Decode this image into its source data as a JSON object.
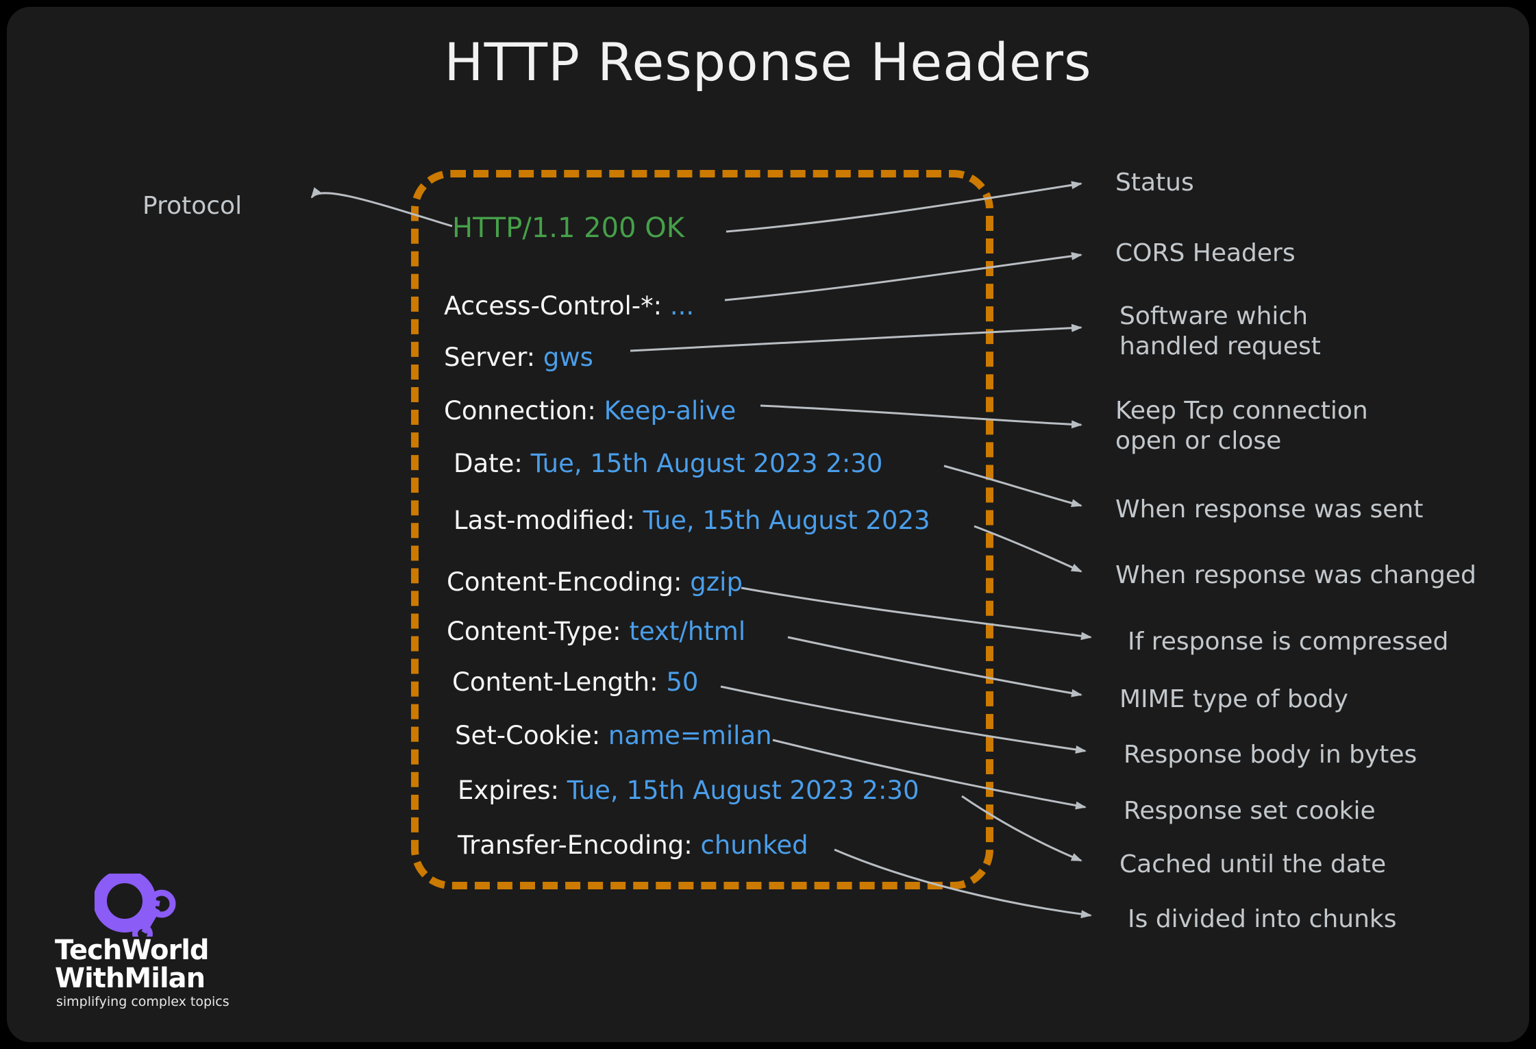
{
  "page": {
    "title": "HTTP Response Headers",
    "background": "#1b1b1b",
    "accent_orange": "#cc7a00",
    "value_blue": "#4a9eea",
    "status_green": "#46a049",
    "annotation_gray": "#c3c8cc",
    "header_white": "#f6f6f6"
  },
  "left_labels": [
    {
      "text": "Protocol"
    }
  ],
  "headers": [
    {
      "name": "HTTP/1.1 200 OK",
      "value": "",
      "style": "status"
    },
    {
      "name": "Access-Control-*:",
      "value": "..."
    },
    {
      "name": "Server:",
      "value": "gws"
    },
    {
      "name": "Connection:",
      "value": "Keep-alive"
    },
    {
      "name": "Date:",
      "value": "Tue, 15th August 2023 2:30"
    },
    {
      "name": "Last-modified:",
      "value": "Tue, 15th August 2023"
    },
    {
      "name": "Content-Encoding:",
      "value": "gzip"
    },
    {
      "name": "Content-Type:",
      "value": "text/html"
    },
    {
      "name": "Content-Length:",
      "value": "50"
    },
    {
      "name": "Set-Cookie:",
      "value": "name=milan"
    },
    {
      "name": "Expires:",
      "value": "Tue, 15th August 2023 2:30"
    },
    {
      "name": "Transfer-Encoding:",
      "value": "chunked"
    }
  ],
  "annotations": [
    {
      "text": "Status"
    },
    {
      "text": "CORS Headers"
    },
    {
      "text": "Software which\nhandled request"
    },
    {
      "text": "Keep Tcp connection\nopen or close"
    },
    {
      "text": "When response was sent"
    },
    {
      "text": "When response was changed"
    },
    {
      "text": "If response is compressed"
    },
    {
      "text": "MIME type of body"
    },
    {
      "text": "Response body in bytes"
    },
    {
      "text": "Response set cookie"
    },
    {
      "text": "Cached until the date"
    },
    {
      "text": "Is divided into chunks"
    }
  ],
  "logo": {
    "line1": "TechWorld",
    "line2": "WithMilan",
    "tagline": "simplifying complex topics",
    "color": "#8b5cf6"
  }
}
